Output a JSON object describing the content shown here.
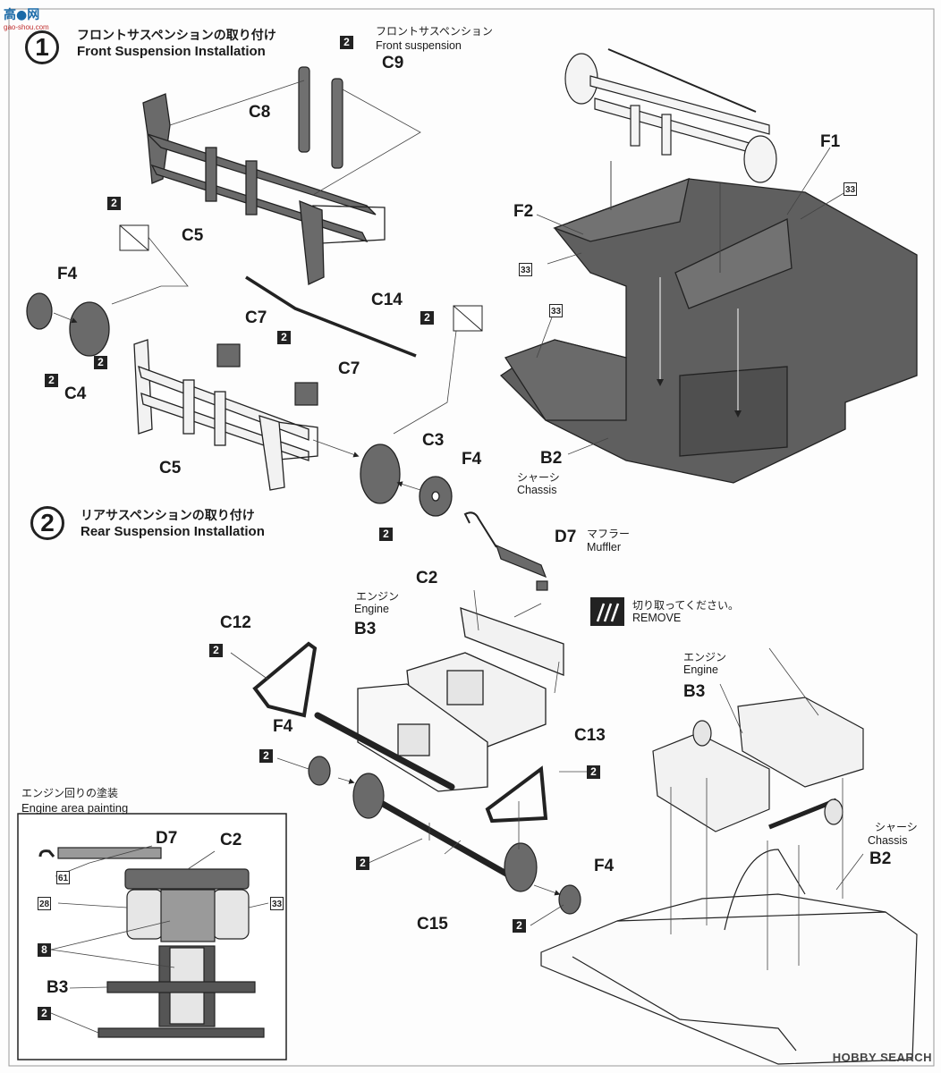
{
  "watermark": {
    "logo": "高●网",
    "site": "gao-shou.com",
    "credit": "HOBBY SEARCH"
  },
  "step1": {
    "number": "1",
    "title_jp": "フロントサスペンションの取り付け",
    "title_en": "Front Suspension Installation"
  },
  "step2": {
    "number": "2",
    "title_jp": "リアサスペンションの取り付け",
    "title_en": "Rear Suspension Installation"
  },
  "callouts": {
    "front_susp_jp": "フロントサスペンション",
    "front_susp_en": "Front suspension",
    "chassis_jp": "シャーシ",
    "chassis_en": "Chassis",
    "chassis2_jp": "シャーシ",
    "chassis2_en": "Chassis",
    "muffler_jp": "マフラー",
    "muffler_en": "Muffler",
    "engine_jp": "エンジン",
    "engine_en": "Engine",
    "engine2_jp": "エンジン",
    "engine2_en": "Engine",
    "remove_jp": "切り取ってください。",
    "remove_en": "REMOVE"
  },
  "parts": {
    "c8": "C8",
    "c9": "C9",
    "c5a": "C5",
    "c5b": "C5",
    "f4a": "F4",
    "c4": "C4",
    "c14": "C14",
    "c7a": "C7",
    "c7b": "C7",
    "c3": "C3",
    "f4b": "F4",
    "f1": "F1",
    "f2": "F2",
    "b2a": "B2",
    "d7": "D7",
    "c2": "C2",
    "b3a": "B3",
    "c12": "C12",
    "f4c": "F4",
    "c13": "C13",
    "f4d": "F4",
    "c15": "C15",
    "b3b": "B3",
    "b2b": "B2"
  },
  "paint_codes": {
    "c2": "2",
    "c4": "2",
    "c5": "2",
    "c14": "2",
    "c7": "2",
    "c3": "2",
    "f4": "2",
    "f2": "33",
    "f1": "33",
    "b2": "33",
    "c12": "2",
    "f4c": "2",
    "c13": "2",
    "c15": "2",
    "f4d": "2"
  },
  "inset": {
    "title_jp": "エンジン回りの塗装",
    "title_en": "Engine area painting",
    "d7": "D7",
    "c2": "C2",
    "b3": "B3",
    "code_61": "61",
    "code_28": "28",
    "code_33": "33",
    "code_8": "8",
    "code_2": "2"
  },
  "colors": {
    "ink": "#1a1a1a",
    "part_gray": "#6e6e6e",
    "chassis_gray": "#5f5f5f",
    "light": "#d8d8d8"
  }
}
